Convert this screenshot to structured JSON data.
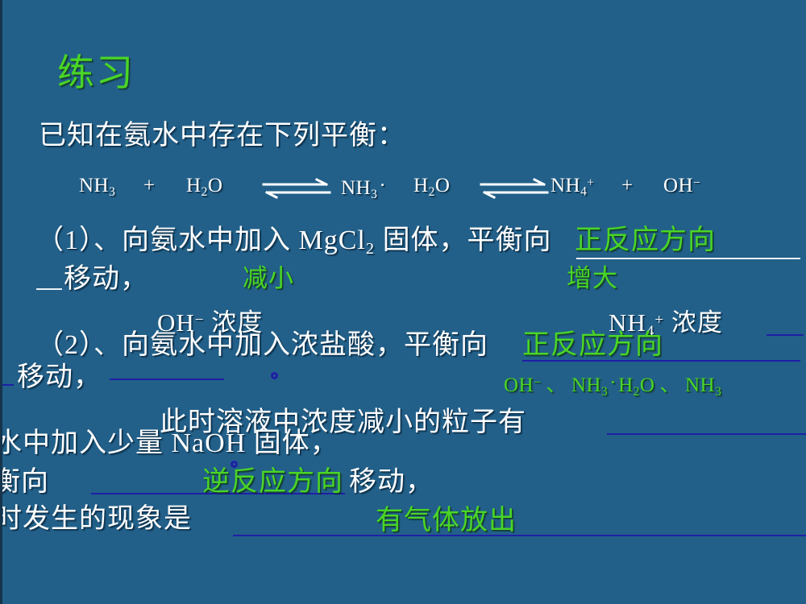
{
  "slide": {
    "background_color": "#226089",
    "title": "练习",
    "title_color": "#4ad527",
    "text_color": "#ffffff",
    "answer_color": "#4ad527",
    "rule_color_blue": "#1f1fa6",
    "rule_color_white": "#ffffff"
  },
  "intro": {
    "text": "已知在氨水中存在下列平衡："
  },
  "equation": {
    "terms": {
      "nh3_left": "NH",
      "nh3_left_sub": "3",
      "plus_1": "+",
      "h2o_left": "H",
      "h2o_left_sub": "2",
      "h2o_left_o": "O",
      "nh3_mid": "NH",
      "nh3_mid_sub": "3",
      "middot": "·",
      "h2o_mid": "H",
      "h2o_mid_sub": "2",
      "h2o_mid_o": "O",
      "nh4": "NH",
      "nh4_sub": "4",
      "nh4_sup": "+",
      "plus_2": "+",
      "oh": "OH",
      "oh_sup": "−"
    },
    "arrow_symbol": "equilibrium-double-arrow"
  },
  "question1": {
    "stem": "（1）、向氨水中加入 MgCl",
    "stem_sub": "2",
    "stem_cont": " 固体，平衡向",
    "answer_direction": "正反应方向",
    "move_text": "移动，",
    "answer_decrease": "减小",
    "answer_increase": "增大",
    "label_oh_concentration_prefix": "OH",
    "label_oh_concentration_sup": "−",
    "label_oh_concentration_suffix": " 浓度",
    "label_nh4_concentration_prefix": "NH",
    "label_nh4_concentration_sub": "4",
    "label_nh4_concentration_sup": "+",
    "label_nh4_concentration_suffix": " 浓度"
  },
  "question2": {
    "stem": "（2）、向氨水中加入浓盐酸，平衡向",
    "answer_direction": "正反应方向",
    "move_text": "移动，",
    "particles_question": "此时溶液中浓度减小的粒子有",
    "answer_particles": {
      "oh": "OH",
      "oh_sup": "−",
      "sep1": "、",
      "nh3_h2o_a": "NH",
      "nh3_h2o_a_sub": "3",
      "nh3_h2o_dot": "·",
      "nh3_h2o_b": "H",
      "nh3_h2o_b_sub": "2",
      "nh3_h2o_b_o": "O",
      "sep2": "、",
      "nh3": "NH",
      "nh3_sub": "3"
    }
  },
  "question3": {
    "stem_clipped": "水中加入少量 NaOH 固体，",
    "balance_clipped": "衡向",
    "answer_direction": "逆反应方向",
    "move_text": "移动，",
    "phenomenon_clipped": "时发生的现象是",
    "answer_phenomenon": "有气体放出"
  }
}
